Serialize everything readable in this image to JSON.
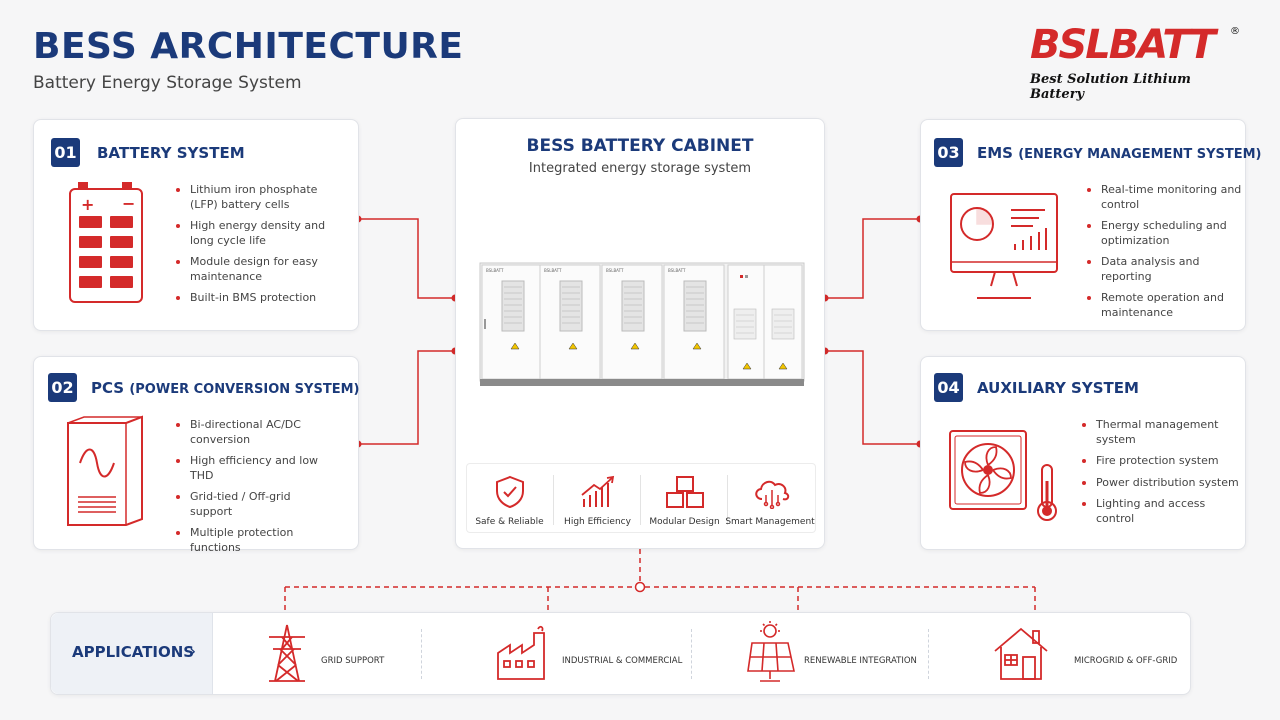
{
  "header": {
    "title": "BESS ARCHITECTURE",
    "subtitle": "Battery Energy Storage System"
  },
  "logo": {
    "brand_part1": "BSL",
    "brand_part2": "BATT",
    "registered": "®",
    "tagline": "Best Solution Lithium Battery"
  },
  "colors": {
    "primary": "#1b3a7a",
    "accent": "#d42a2a",
    "background": "#f6f6f7"
  },
  "cards": {
    "battery": {
      "number": "01",
      "title": "BATTERY SYSTEM",
      "icon": "battery-pack-icon",
      "bullets": [
        "Lithium iron phosphate (LFP) battery cells",
        "High energy density and long cycle life",
        "Module design for easy maintenance",
        "Built-in BMS protection"
      ]
    },
    "pcs": {
      "number": "02",
      "title": "PCS",
      "title_suffix": "(POWER CONVERSION SYSTEM)",
      "icon": "inverter-icon",
      "bullets": [
        "Bi-directional AC/DC conversion",
        "High efficiency and low THD",
        "Grid-tied / Off-grid support",
        "Multiple protection functions"
      ]
    },
    "ems": {
      "number": "03",
      "title": "EMS",
      "title_suffix": "(ENERGY MANAGEMENT SYSTEM)",
      "icon": "monitor-chart-icon",
      "bullets": [
        "Real-time monitoring and control",
        "Energy scheduling and optimization",
        "Data analysis and reporting",
        "Remote operation and maintenance"
      ]
    },
    "aux": {
      "number": "04",
      "title": "AUXILIARY SYSTEM",
      "icon": "fan-thermometer-icon",
      "bullets": [
        "Thermal management system",
        "Fire protection system",
        "Power distribution system",
        "Lighting and access control"
      ]
    }
  },
  "center": {
    "title": "BESS BATTERY CABINET",
    "subtitle": "Integrated energy storage system",
    "cabinet_brand": "BSLBATT",
    "features": [
      {
        "label": "Safe & Reliable",
        "icon": "shield-check-icon"
      },
      {
        "label": "High Efficiency",
        "icon": "rising-bars-icon"
      },
      {
        "label": "Modular Design",
        "icon": "modules-icon"
      },
      {
        "label": "Smart Management",
        "icon": "cloud-icon"
      }
    ]
  },
  "applications": {
    "heading": "APPLICATIONS",
    "chevron": "›",
    "items": [
      {
        "label": "GRID SUPPORT",
        "icon": "power-tower-icon"
      },
      {
        "label": "INDUSTRIAL & COMMERCIAL",
        "icon": "factory-icon"
      },
      {
        "label": "RENEWABLE INTEGRATION",
        "icon": "solar-panel-icon"
      },
      {
        "label": "MICROGRID & OFF-GRID",
        "icon": "house-icon"
      }
    ]
  }
}
